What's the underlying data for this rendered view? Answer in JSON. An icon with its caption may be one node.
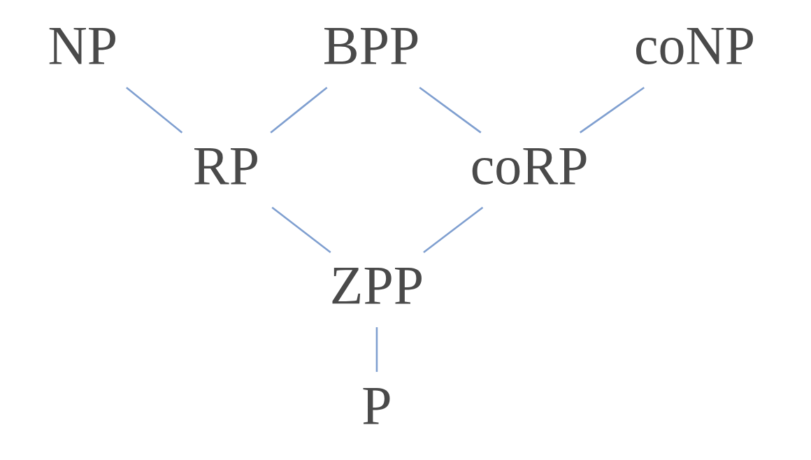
{
  "diagram": {
    "nodes": [
      {
        "text": [
          "NP"
        ]
      },
      {
        "text": [
          "coNP"
        ]
      },
      {
        "text": [
          "BPP"
        ]
      },
      {
        "text": [
          "RP"
        ]
      },
      {
        "text": [
          "coRP"
        ]
      },
      {
        "text": [
          "ZPP"
        ]
      },
      {
        "text": [
          "P"
        ]
      }
    ],
    "edges": [
      {
        "from": 0,
        "to": 3,
        "arrow": "none"
      },
      {
        "from": 1,
        "to": 4,
        "arrow": "none"
      },
      {
        "from": 2,
        "to": 3,
        "arrow": "none"
      },
      {
        "from": 2,
        "to": 4,
        "arrow": "none"
      },
      {
        "from": 3,
        "to": 5,
        "arrow": "none"
      },
      {
        "from": 4,
        "to": 5,
        "arrow": "none"
      },
      {
        "from": 5,
        "to": 6,
        "arrow": "none"
      }
    ]
  }
}
